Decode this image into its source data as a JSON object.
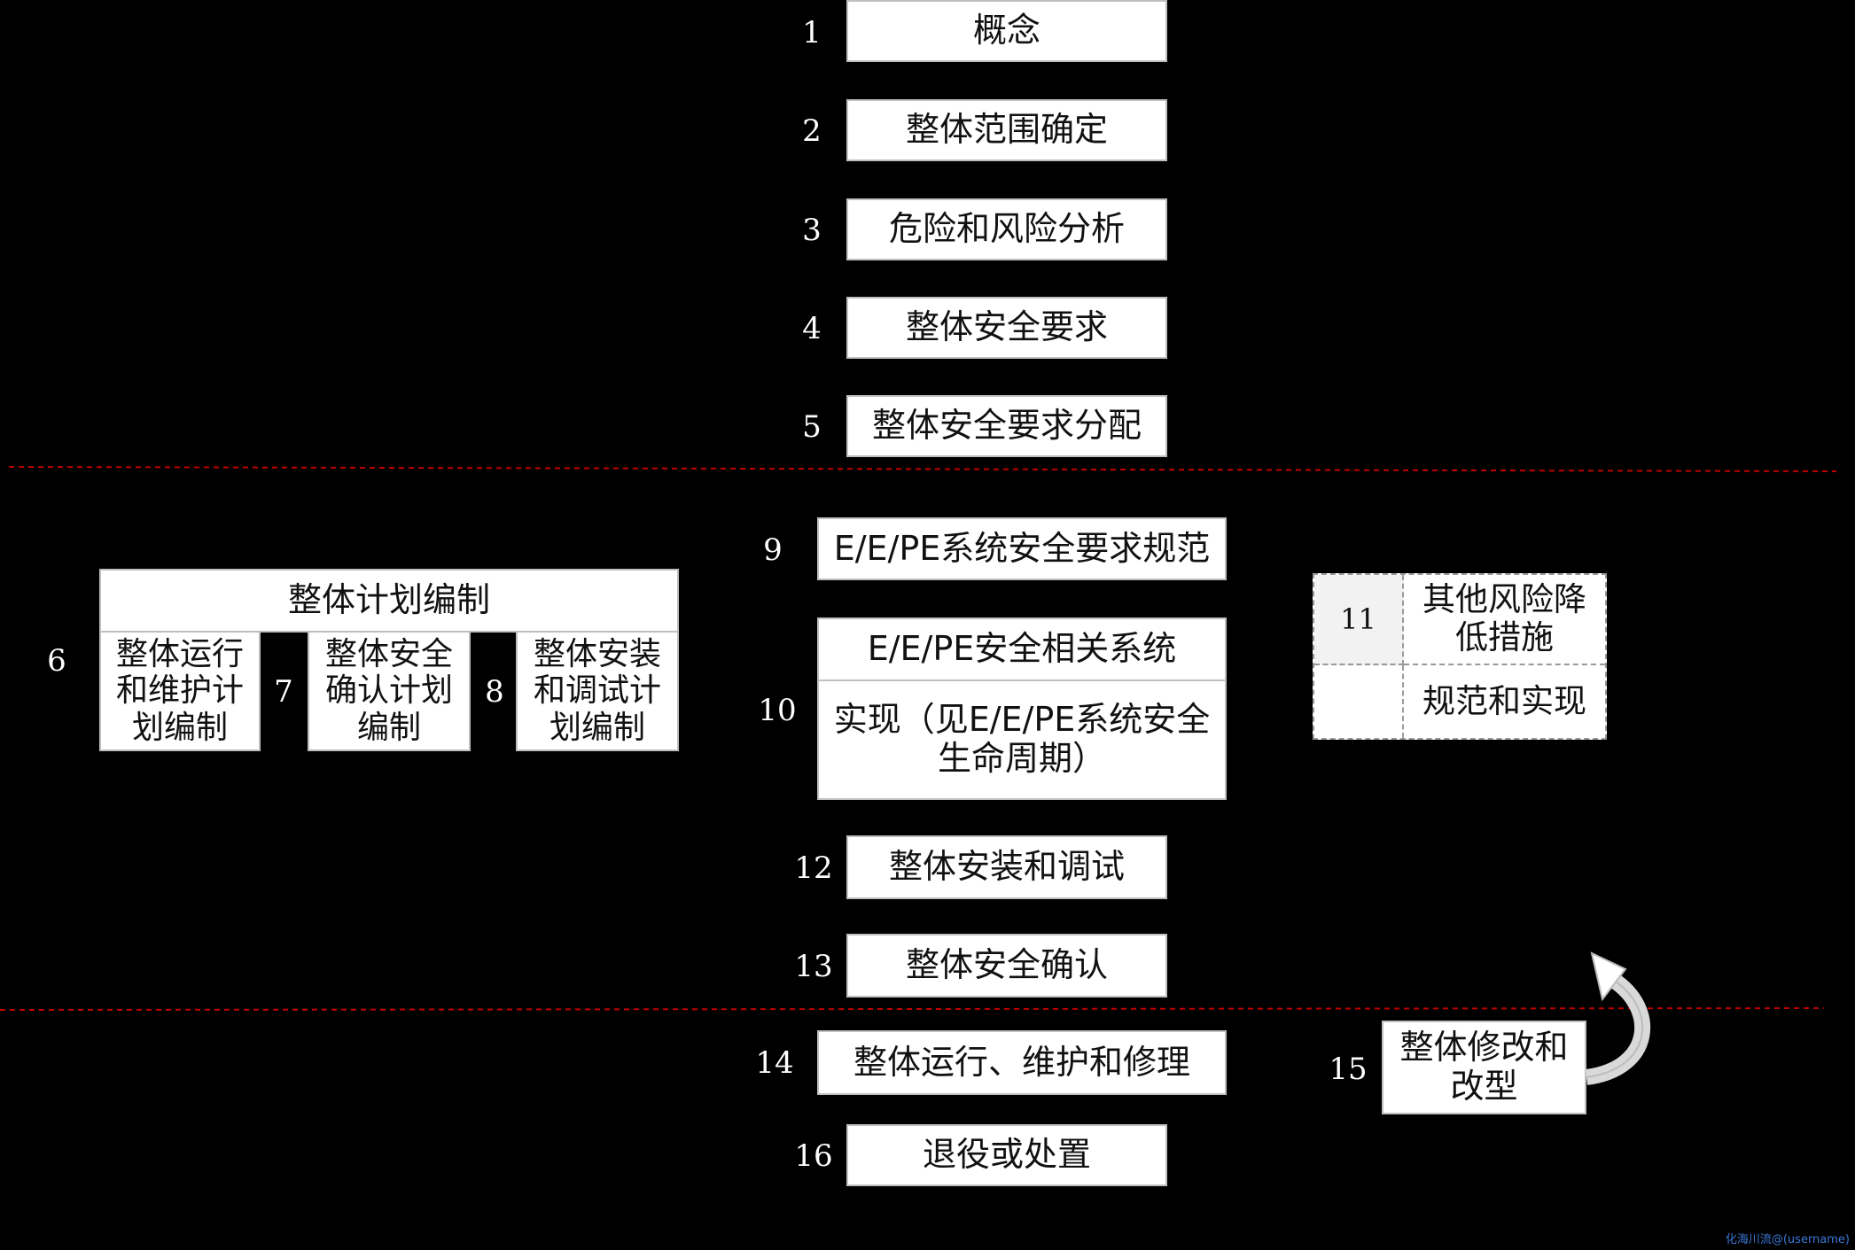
{
  "colors": {
    "background": "#000000",
    "box_fill": "#ffffff",
    "box_border": "#bfbfbf",
    "divider": "#c00000",
    "number_text": "#ffffff",
    "arrow": "#d9d9d9",
    "watermark": "#3a78d6"
  },
  "steps": {
    "s1": {
      "number": "1",
      "label": "概念"
    },
    "s2": {
      "number": "2",
      "label": "整体范围确定"
    },
    "s3": {
      "number": "3",
      "label": "危险和风险分析"
    },
    "s4": {
      "number": "4",
      "label": "整体安全要求"
    },
    "s5": {
      "number": "5",
      "label": "整体安全要求分配"
    },
    "s9": {
      "number": "9",
      "label": "E/E/PE系统安全要求规范"
    },
    "s10": {
      "number": "10",
      "title": "E/E/PE安全相关系统",
      "body": "实现（见E/E/PE系统安全\n生命周期）"
    },
    "s11": {
      "number": "11",
      "title": "其他风险降\n低措施",
      "body": "规范和实现"
    },
    "s12": {
      "number": "12",
      "label": "整体安装和调试"
    },
    "s13": {
      "number": "13",
      "label": "整体安全确认"
    },
    "s14": {
      "number": "14",
      "label": "整体运行、维护和修理"
    },
    "s15": {
      "number": "15",
      "label": "整体修改和\n改型"
    },
    "s16": {
      "number": "16",
      "label": "退役或处置"
    }
  },
  "planning": {
    "header": "整体计划编制",
    "items": [
      {
        "number": "6",
        "label": "整体运行\n和维护计\n划编制"
      },
      {
        "number": "7",
        "label": "整体安全\n确认计划\n编制"
      },
      {
        "number": "8",
        "label": "整体安装\n和调试计\n划编制"
      }
    ]
  },
  "watermark": "化海川流@(username)"
}
